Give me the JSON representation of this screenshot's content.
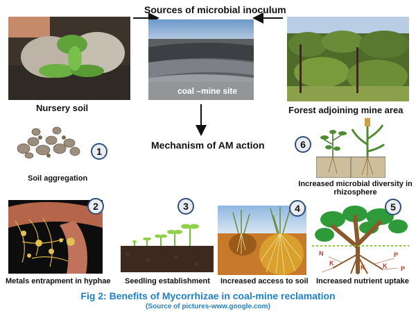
{
  "header": {
    "title": "Sources of microbial inoculum"
  },
  "sources": {
    "nursery": "Nursery soil",
    "coal_mine": "coal –mine site",
    "forest": "Forest adjoining mine area"
  },
  "mechanism": {
    "title": "Mechanism of AM action"
  },
  "benefits": [
    {
      "number": "1",
      "label": "Soil aggregation"
    },
    {
      "number": "2",
      "label": "Metals entrapment in hyphae"
    },
    {
      "number": "3",
      "label": "Seedling establishment"
    },
    {
      "number": "4",
      "label": "Increased access to soil"
    },
    {
      "number": "5",
      "label": "Increased nutrient uptake"
    },
    {
      "number": "6",
      "label_line1": "Increased microbial diversity in",
      "label_line2": "rhizosphere"
    }
  ],
  "nutrient_letters": [
    "N",
    "K",
    "P",
    "K",
    "K",
    "P"
  ],
  "footer": {
    "caption": "Fig 2: Benefits of  Mycorrhizae in coal-mine reclamation",
    "source": "(Source of pictures-www.google.com)"
  },
  "colors": {
    "caption_blue": "#1f7fc4",
    "badge_border": "#2f4f7a"
  }
}
